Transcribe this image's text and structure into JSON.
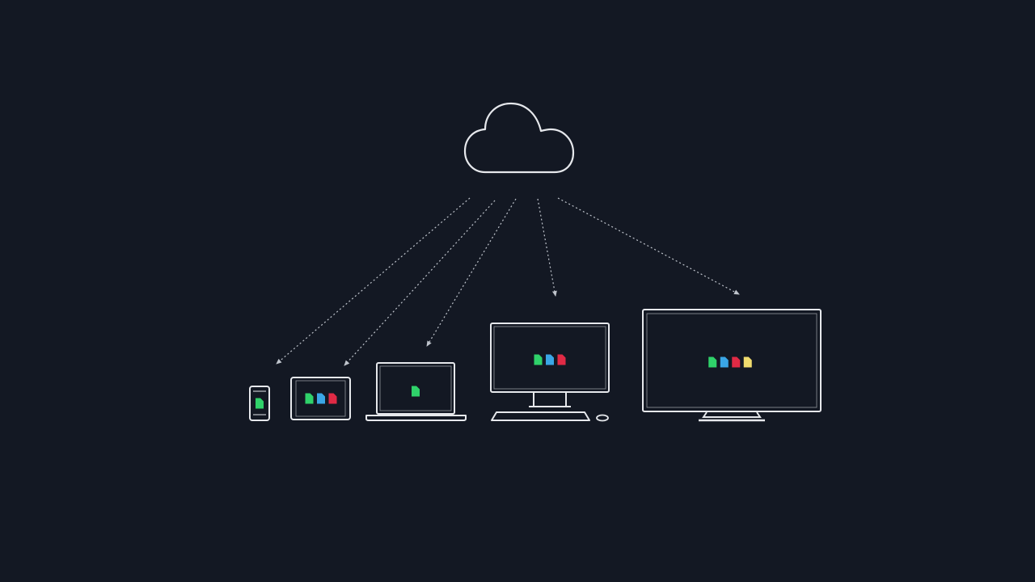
{
  "diagram": {
    "background_color": "#131823",
    "line_color": "#e6e8ec",
    "arrow_color": "#bfc4cc",
    "source": {
      "icon": "cloud-icon"
    },
    "file_colors": {
      "green": "#2fd26a",
      "blue": "#3aa6e6",
      "red": "#e02a45",
      "yellow": "#f0dc6e"
    },
    "devices": [
      {
        "id": "phone",
        "icon": "phone-icon",
        "files": [
          "green"
        ]
      },
      {
        "id": "tablet",
        "icon": "tablet-icon",
        "files": [
          "green",
          "blue",
          "red"
        ]
      },
      {
        "id": "laptop",
        "icon": "laptop-icon",
        "files": [
          "green"
        ]
      },
      {
        "id": "desktop",
        "icon": "desktop-icon",
        "files": [
          "green",
          "blue",
          "red"
        ]
      },
      {
        "id": "tv",
        "icon": "tv-icon",
        "files": [
          "green",
          "blue",
          "red",
          "yellow"
        ]
      }
    ]
  }
}
